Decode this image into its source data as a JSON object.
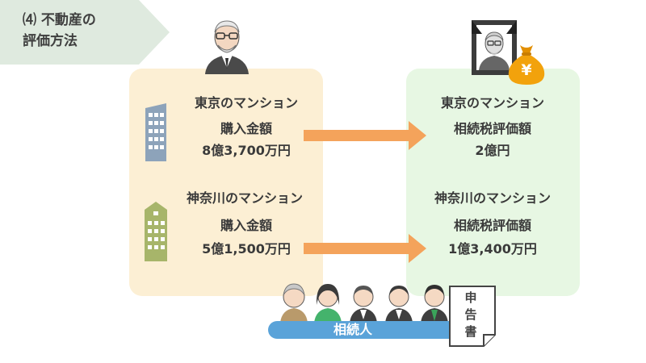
{
  "section": {
    "title_line1": "⑷ 不動産の",
    "title_line2": "評価方法"
  },
  "left_panel": {
    "tokyo": {
      "name": "東京のマンション",
      "label": "購入金額",
      "amount": "8億3,700万円"
    },
    "kanagawa": {
      "name": "神奈川のマンション",
      "label": "購入金額",
      "amount": "5億1,500万円"
    }
  },
  "right_panel": {
    "tokyo": {
      "name": "東京のマンション",
      "label": "相続税評価額",
      "amount": "2億円"
    },
    "kanagawa": {
      "name": "神奈川のマンション",
      "label": "相続税評価額",
      "amount": "1億3,400万円"
    }
  },
  "money_bag_symbol": "¥",
  "heirs": {
    "label": "相続人"
  },
  "document": {
    "line1": "申",
    "line2": "告",
    "line3": "書"
  },
  "colors": {
    "section_bg": "#dfeadf",
    "left_panel_bg": "#fcefd4",
    "right_panel_bg": "#e7f7e3",
    "arrow": "#f4a35b",
    "heirs_bar": "#5aa3d9",
    "money_bag": "#f2a20c",
    "tokyo_building": "#8da3ba",
    "kanagawa_building": "#a7b56a"
  }
}
